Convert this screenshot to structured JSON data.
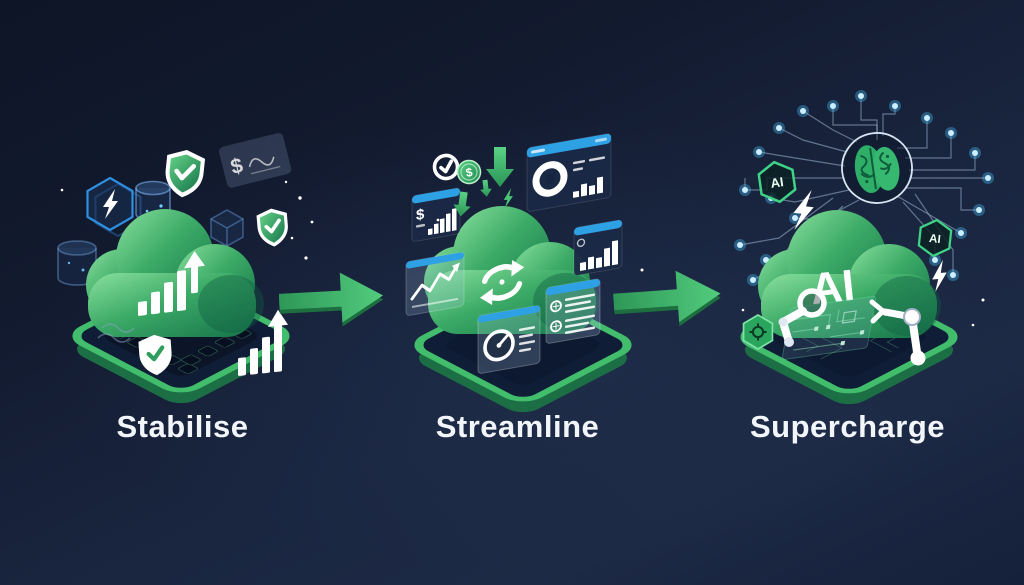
{
  "stages": [
    {
      "id": "stabilise",
      "label": "Stabilise",
      "cloud_icon": "bar-chart-up-arrow",
      "symbols": {
        "dollar": "$"
      },
      "icons": [
        "lightning-hexagon-icon",
        "database-cylinder-icon",
        "database-cylinder-icon",
        "cube-icon",
        "shield-check-icon",
        "shield-check-icon",
        "finance-note-panel",
        "shield-outline-icon",
        "growth-bars-icon",
        "server-tray-platform"
      ]
    },
    {
      "id": "streamline",
      "label": "Streamline",
      "cloud_icon": "sync-arrows",
      "symbols": {
        "dollar": "$"
      },
      "icons": [
        "check-circle-icon",
        "dollar-coin-icon",
        "down-arrow-icon",
        "down-arrow-icon",
        "down-arrow-icon",
        "lightning-bolt-icon",
        "dashboard-donut-panel",
        "dollar-bars-panel",
        "bar-chart-panel",
        "checklist-panel",
        "line-chart-panel",
        "gauge-panel"
      ]
    },
    {
      "id": "supercharge",
      "label": "Supercharge",
      "cloud_text": "AI",
      "badge_text": "AI",
      "icons": [
        "neural-network-brain-icon",
        "ai-hexagon-badge",
        "ai-hexagon-badge",
        "lightning-bolt-icon",
        "lightning-bolt-icon",
        "robotic-arm-left",
        "robotic-arm-right",
        "circuit-board",
        "gear-hexagon-badge"
      ]
    }
  ],
  "arrows": {
    "count": 2,
    "direction": "right"
  },
  "colors": {
    "background_top": "#0e1526",
    "background_bottom": "#1d2a45",
    "cloud_green_light": "#8ae09e",
    "cloud_green_dark": "#157249",
    "platform_green": "#41bd6c",
    "arrow_green": "#3cb364",
    "panel_header_blue": "#2ea1e4",
    "glow_blue": "#49c6ff",
    "text_white": "#f2f6fa"
  }
}
